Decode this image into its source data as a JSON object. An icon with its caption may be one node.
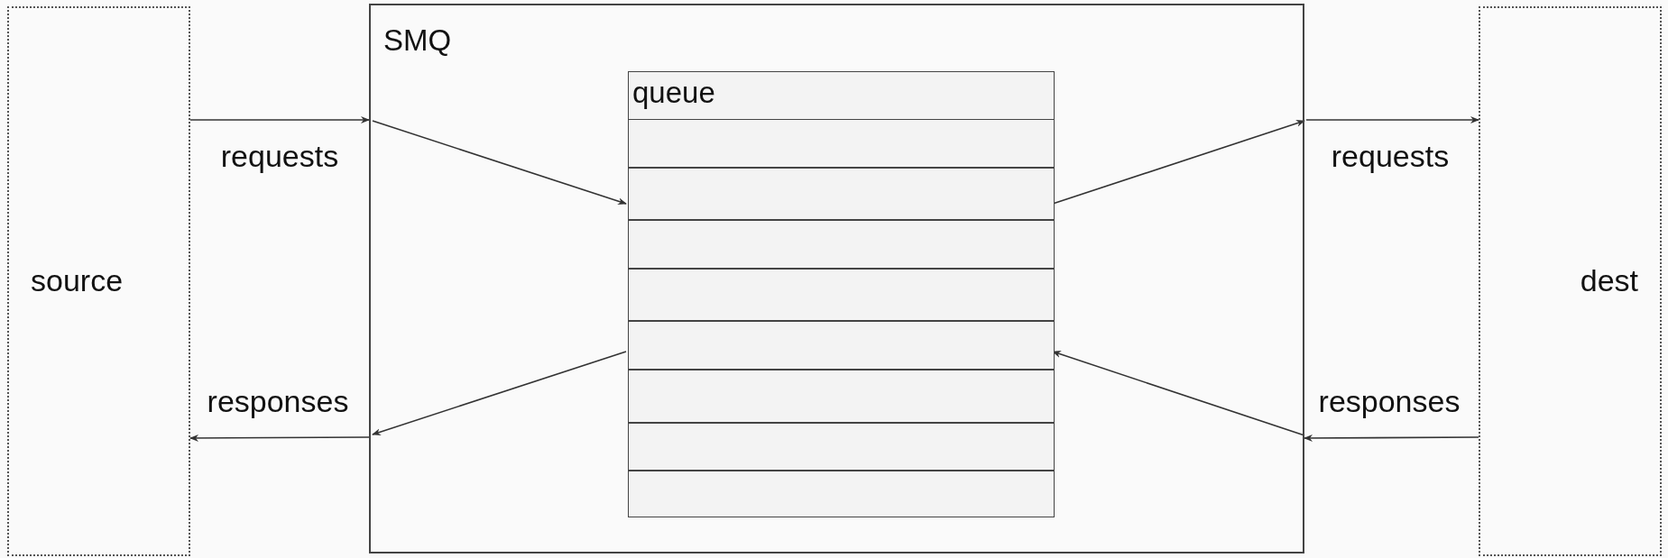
{
  "diagram": {
    "nodes": [
      {
        "text": [
          "source"
        ]
      },
      {
        "text": [
          "SMQ"
        ]
      },
      {
        "text": [
          "queue"
        ],
        "in": 1
      },
      {
        "text": [],
        "shape": "box",
        "in": 2
      },
      {
        "text": [],
        "shape": "box",
        "in": 2
      },
      {
        "text": [],
        "shape": "box",
        "in": 2
      },
      {
        "text": [],
        "shape": "box",
        "in": 2
      },
      {
        "text": [],
        "shape": "box",
        "in": 2
      },
      {
        "text": [],
        "shape": "box",
        "in": 2
      },
      {
        "text": [],
        "shape": "box",
        "in": 2
      },
      {
        "text": [],
        "shape": "box",
        "in": 2
      },
      {
        "text": [
          "dest"
        ]
      }
    ],
    "edges": [
      {
        "from": 0,
        "to": 1,
        "arrow": "to",
        "label": "requests"
      },
      {
        "from": 1,
        "to": 4,
        "arrow": "to"
      },
      {
        "from": 4,
        "to": 1,
        "arrow": "to"
      },
      {
        "from": 1,
        "to": 11,
        "arrow": "to",
        "label": "requests"
      },
      {
        "from": 11,
        "to": 1,
        "arrow": "to",
        "label": "responses"
      },
      {
        "from": 1,
        "to": 7,
        "arrow": "to"
      },
      {
        "from": 7,
        "to": 1,
        "arrow": "to"
      },
      {
        "from": 1,
        "to": 0,
        "arrow": "to",
        "label": "responses"
      }
    ]
  }
}
